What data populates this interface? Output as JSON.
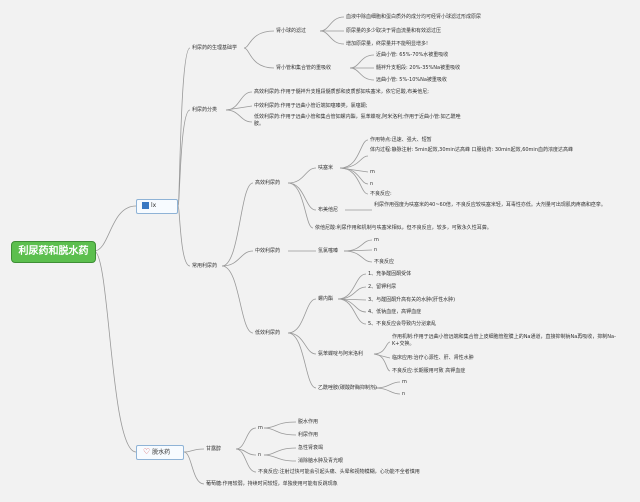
{
  "root": "利尿药和脱水药",
  "hub1": {
    "label": "lx"
  },
  "hub2": {
    "label": "脱水药"
  },
  "basic": {
    "title": "利尿药的生理基础学",
    "filter": {
      "label": "肾小球的滤过",
      "items": [
        "血液中除血细胞和蛋白质外的成分均可经肾小球滤过形成原尿",
        "原尿量的多少取决于肾血流量和有效滤过压",
        "增加原尿量，终尿量并不能明显增多!"
      ]
    },
    "reabsorb": {
      "label": "肾小管和集合管的重吸收",
      "items": [
        "近曲小管: 65%-70%水被重吸收",
        "髓袢升支粗段: 20%-35%Na被重吸收",
        "远曲小管: 5%-10%Na被重吸收"
      ]
    }
  },
  "classify": {
    "title": "利尿药分类",
    "items": [
      "高效利尿药:作用于髓袢升支粗段髓质部和皮质部如呋塞米，依它尼酸,布美他尼;",
      "中效利尿药:作用于远曲小管近端如噻嗪类，氯噻酮;",
      "低效利尿药:作用于远曲小管和集合管如螺内酯，氨苯蝶啶,阿米洛利;作用于近曲小管:如乙酰唑胺。"
    ]
  },
  "common": {
    "title": "常用利尿药",
    "high": {
      "label": "高效利尿药",
      "furosemide": {
        "label": "呋塞米",
        "items": [
          "作用特点:迅速、强大、短暂",
          "体内过程:静脉注射: 5min起效,30min达高峰 口服给药: 30min起效,60min血药浓度达高峰",
          "m",
          "n",
          "不良反应:"
        ]
      },
      "bumetanide": {
        "label": "布美他尼",
        "text": "利尿作用强度为呋塞米的40~60倍，不良反应较呋塞米轻，耳毒性亦低。大剂量可出现肌肉疼痛和痉挛。"
      },
      "etacrynic": "依他尼酸:利尿作用和机制与呋塞米相似，但不良反应，较多，可致永久性耳聋。"
    },
    "mid": {
      "label": "中效利尿药",
      "thiazide": {
        "label": "氢氯噻嗪",
        "items": [
          "m",
          "n",
          "不良反应"
        ]
      }
    },
    "low": {
      "label": "低效利尿药",
      "spiro": {
        "label": "螺内酯",
        "items": [
          "1、竞争醛固酮受体",
          "2、留钾利尿",
          "3、与醛固酮升高有关的水肿(肝性水肿)",
          "4、低钠血症，高钾血症",
          "5、不良反应会导致内分泌紊乱"
        ]
      },
      "triamterene": {
        "label": "氨苯蝶啶与阿米洛利",
        "items": [
          "作用机制:作用于远曲小管远端和集合管上皮细胞管腔膜上的Na通道，直接抑制钠Na再吸收，抑制Na-K+交换。",
          "临床应用:治疗心源性、肝、肾性水肿",
          "不良反应:长期服用可致 高钾血症"
        ]
      },
      "aceta": {
        "label": "乙酰唑胺(碳酸酐酶抑制剂)",
        "items": [
          "m",
          "n"
        ]
      }
    }
  },
  "dehyd": {
    "mannitol": {
      "label": "甘露醇",
      "m": "m",
      "m_items": [
        "脱水作用",
        "利尿作用"
      ],
      "n": "n",
      "n_items": [
        "急性肾衰竭",
        "消除脑水肿及青光眼"
      ],
      "adverse": "不良反应:注射过快可能会引起头痛、头晕和视物模糊，心功能不全者慎用"
    },
    "glucose": "葡萄糖:作用较弱，持续时间较短，单独使用可能有反跳现象"
  }
}
